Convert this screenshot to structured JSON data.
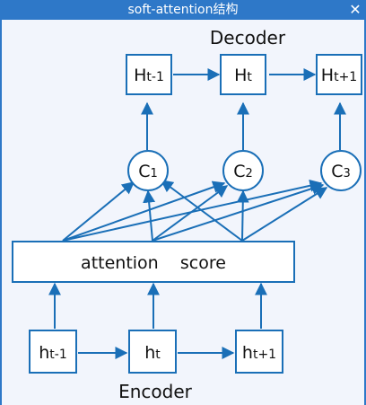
{
  "window": {
    "title": "soft-attention结构",
    "close_glyph": "✕"
  },
  "diagram": {
    "decoder_label": "Decoder",
    "encoder_label": "Encoder",
    "attention_label": "attention    score",
    "decoder_nodes": [
      {
        "base": "H",
        "sub": "t-1"
      },
      {
        "base": "H",
        "sub": "t"
      },
      {
        "base": "H",
        "sub": "t+1"
      }
    ],
    "context_nodes": [
      {
        "base": "C",
        "sub": "1"
      },
      {
        "base": "C",
        "sub": "2"
      },
      {
        "base": "C",
        "sub": "3"
      }
    ],
    "encoder_nodes": [
      {
        "base": "h",
        "sub": "t-1"
      },
      {
        "base": "h",
        "sub": "t"
      },
      {
        "base": "h",
        "sub": "t+1"
      }
    ]
  },
  "colors": {
    "accent": "#2e78c8",
    "line": "#1a6fb7",
    "background": "#f2f5fc"
  }
}
